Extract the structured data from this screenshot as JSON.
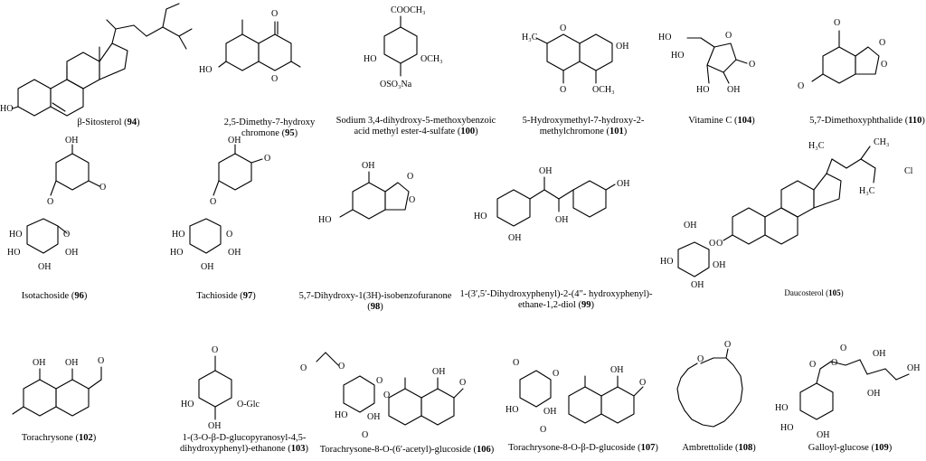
{
  "compounds": [
    {
      "id": "94",
      "name": "β-Sitosterol",
      "labels": [
        "HO"
      ]
    },
    {
      "id": "95",
      "name": "2,5-Dimethy-7-hydroxy chromone",
      "labels": [
        "HO",
        "O",
        "O"
      ]
    },
    {
      "id": "100",
      "name": "Sodium 3,4-dihydroxy-5-methoxybenzoic acid methyl ester-4-sulfate",
      "labels": [
        "COOCH₃",
        "HO",
        "OCH₃",
        "OSO₃Na"
      ]
    },
    {
      "id": "101",
      "name": "5-Hydroxymethyl-7-hydroxy-2-methylchromone",
      "labels": [
        "H₃C",
        "O",
        "OH",
        "O",
        "OCH₃"
      ]
    },
    {
      "id": "104",
      "name": "Vitamine C",
      "labels": [
        "HO",
        "HO",
        "O",
        "O",
        "HO",
        "OH"
      ]
    },
    {
      "id": "110",
      "name": "5,7-Dimethoxyphthalide",
      "labels": [
        "O",
        "O",
        "O",
        "O"
      ]
    },
    {
      "id": "96",
      "name": "Isotachoside",
      "labels": [
        "OH",
        "O",
        "O",
        "HO",
        "O",
        "HO",
        "OH",
        "OH"
      ]
    },
    {
      "id": "97",
      "name": "Tachioside",
      "labels": [
        "OH",
        "O",
        "O",
        "HO",
        "O",
        "HO",
        "OH",
        "OH"
      ]
    },
    {
      "id": "98",
      "name": "5,7-Dihydroxy-1(3H)-isobenzofuranone",
      "labels": [
        "OH",
        "O",
        "O",
        "HO"
      ]
    },
    {
      "id": "99",
      "name": "1-(3′,5′-Dihydroxyphenyl)-2-(4″- hydroxyphenyl)-ethane-1,2-diol",
      "labels": [
        "OH",
        "OH",
        "HO",
        "OH",
        "OH"
      ]
    },
    {
      "id": "105",
      "name": "Daucosterol",
      "labels": [
        "H₃C",
        "CH₃",
        "Cl",
        "H₃C",
        "OH",
        "O",
        "O",
        "HO",
        "OH",
        "OH"
      ]
    },
    {
      "id": "102",
      "name": "Torachrysone",
      "labels": [
        "OH",
        "OH",
        "O"
      ]
    },
    {
      "id": "103",
      "name": "1-(3-O-β-D-glucopyranosyl-4,5-dihydroxyphenyl)-ethanone",
      "labels": [
        "O",
        "HO",
        "O-Glc",
        "OH"
      ]
    },
    {
      "id": "106",
      "name": "Torachrysone-8-O-(6′-acetyl)-glucoside",
      "labels": [
        "O",
        "O",
        "O",
        "O",
        "OH",
        "O",
        "HO",
        "OH",
        "O"
      ]
    },
    {
      "id": "107",
      "name": "Torachrysone-8-O-β-D-glucoside",
      "labels": [
        "O",
        "O",
        "OH",
        "O",
        "HO",
        "OH",
        "O"
      ]
    },
    {
      "id": "108",
      "name": "Ambrettolide",
      "labels": [
        "O",
        "O"
      ]
    },
    {
      "id": "109",
      "name": "Galloyl-glucose",
      "labels": [
        "O",
        "O",
        "OH",
        "O",
        "HO",
        "HO",
        "OH",
        "OH",
        "OH"
      ]
    }
  ]
}
